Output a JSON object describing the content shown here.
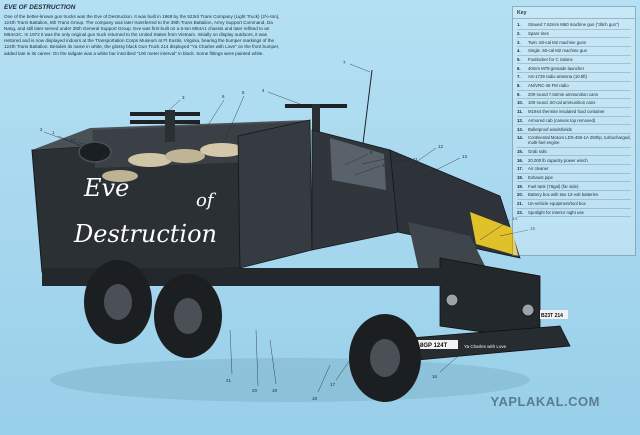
{
  "intro": {
    "title": "EVE OF DESTRUCTION",
    "body": "One of the better-known gun trucks was the Eve of Destruction. It was built in 1968 by the 523rd Trans Company (Light Truck) (2½-ton), 124th Trans Battalion, 8th Trans Group. The company was later transferred to the 39th Trans Battalion, Army Support Command, Da Nang, and still later served under 26th General Support Group. Eve was first built on a 5-ton M54A1 chassis and later refitted to an M54A2C. In 1972 it was the only original gun truck returned to the United States from Vietnam. Initially on display outdoors, it was restored and is now displayed indoors at the Transportation Corps Museum at Ft Eustis, Virginia, bearing the bumper markings of the 124th Trans Battalion. Besides its name in white, the glossy black Gun Truck 214 displayed \"Ya Charles with Love\" on the front bumper, added late in its career. On the tailgate was a white bar inscribed \"100 meter interval\" in black. Some fittings were painted white."
  },
  "key": {
    "title": "Key",
    "items": [
      {
        "n": "1.",
        "t": "Stowed 7.62mm M60 machine gun (\"ditch gun\")"
      },
      {
        "n": "2.",
        "t": "Spare tires"
      },
      {
        "n": "3.",
        "t": "Twin .50-cal M2 machine guns"
      },
      {
        "n": "4.",
        "t": "Single .50-cal M2 machine gun"
      },
      {
        "n": "5.",
        "t": "Footlocker for C rations"
      },
      {
        "n": "6.",
        "t": "40mm M79 grenade launcher"
      },
      {
        "n": "7.",
        "t": "AS-1729 radio antenna (10.5ft)"
      },
      {
        "n": "8.",
        "t": "AN/VRC-46 FM radio"
      },
      {
        "n": "9.",
        "t": "200-round 7.62mm ammunition cans"
      },
      {
        "n": "10.",
        "t": "100-round .50-cal ammunition cans"
      },
      {
        "n": "11.",
        "t": "M1944 thermite insulated food container"
      },
      {
        "n": "12.",
        "t": "Armored cab (canvas top removed)"
      },
      {
        "n": "13.",
        "t": "Bulletproof windshields"
      },
      {
        "n": "14.",
        "t": "Continental Motors LDS-465-1A 250hp, turbocharged, multi-fuel engine"
      },
      {
        "n": "15.",
        "t": "Grab rails"
      },
      {
        "n": "16.",
        "t": "20,000 lb capacity power winch"
      },
      {
        "n": "17.",
        "t": "Air cleaner"
      },
      {
        "n": "18.",
        "t": "Exhaust pipe"
      },
      {
        "n": "19.",
        "t": "Fuel tank (78gal) (far side)"
      },
      {
        "n": "20.",
        "t": "Battery box with two 12-volt batteries"
      },
      {
        "n": "21.",
        "t": "Un-vehicle equipment/tool box"
      },
      {
        "n": "22.",
        "t": "Spotlight for interior night use"
      }
    ]
  },
  "truck": {
    "side_name_line1": "Eve",
    "side_name_line2": "of",
    "side_name_line3": "Destruction",
    "bumper_left": "8GP 124T",
    "bumper_right": "B23T 214",
    "bumper_slogan": "Ya Charles with Love",
    "callouts": [
      "1",
      "2",
      "3",
      "4",
      "5",
      "6",
      "7",
      "8",
      "9",
      "10",
      "11",
      "12",
      "13",
      "14",
      "15",
      "16",
      "17",
      "18",
      "19",
      "20",
      "21",
      "22"
    ]
  },
  "watermark": "YAPLAKAL.COM",
  "colors": {
    "background": "#a9d9ef",
    "truck_body": "#2c3136",
    "text": "#1e2a33",
    "hood_yellow": "#e0c12a"
  }
}
